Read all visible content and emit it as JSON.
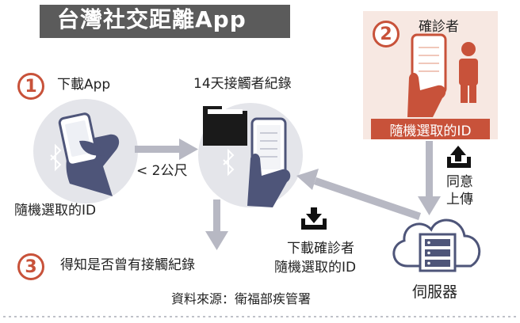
{
  "title": "台灣社交距離App",
  "steps": [
    {
      "number": "1",
      "label": "下載App"
    },
    {
      "number": "2",
      "label": "確診者"
    },
    {
      "number": "3",
      "label": "得知是否曾有接觸紀錄"
    }
  ],
  "labels": {
    "random_id_left": "隨機選取的ID",
    "contact_log": "14天接觸者紀錄",
    "distance": "< 2公尺",
    "random_id_confirmed": "隨機選取的ID",
    "consent_upload_line1": "同意",
    "consent_upload_line2": "上傳",
    "download_line1": "下載確診者",
    "download_line2": "隨機選取的ID",
    "server": "伺服器"
  },
  "source": "資料來源：衛福部疾管署",
  "colors": {
    "accent_red": "#c8523a",
    "pale_red": "#f7e8e2",
    "bubble_gray": "#e4e5ea",
    "arrow_gray": "#b7b8c3",
    "phone_navy": "#4e5579",
    "title_bg": "#5b5b5b"
  }
}
